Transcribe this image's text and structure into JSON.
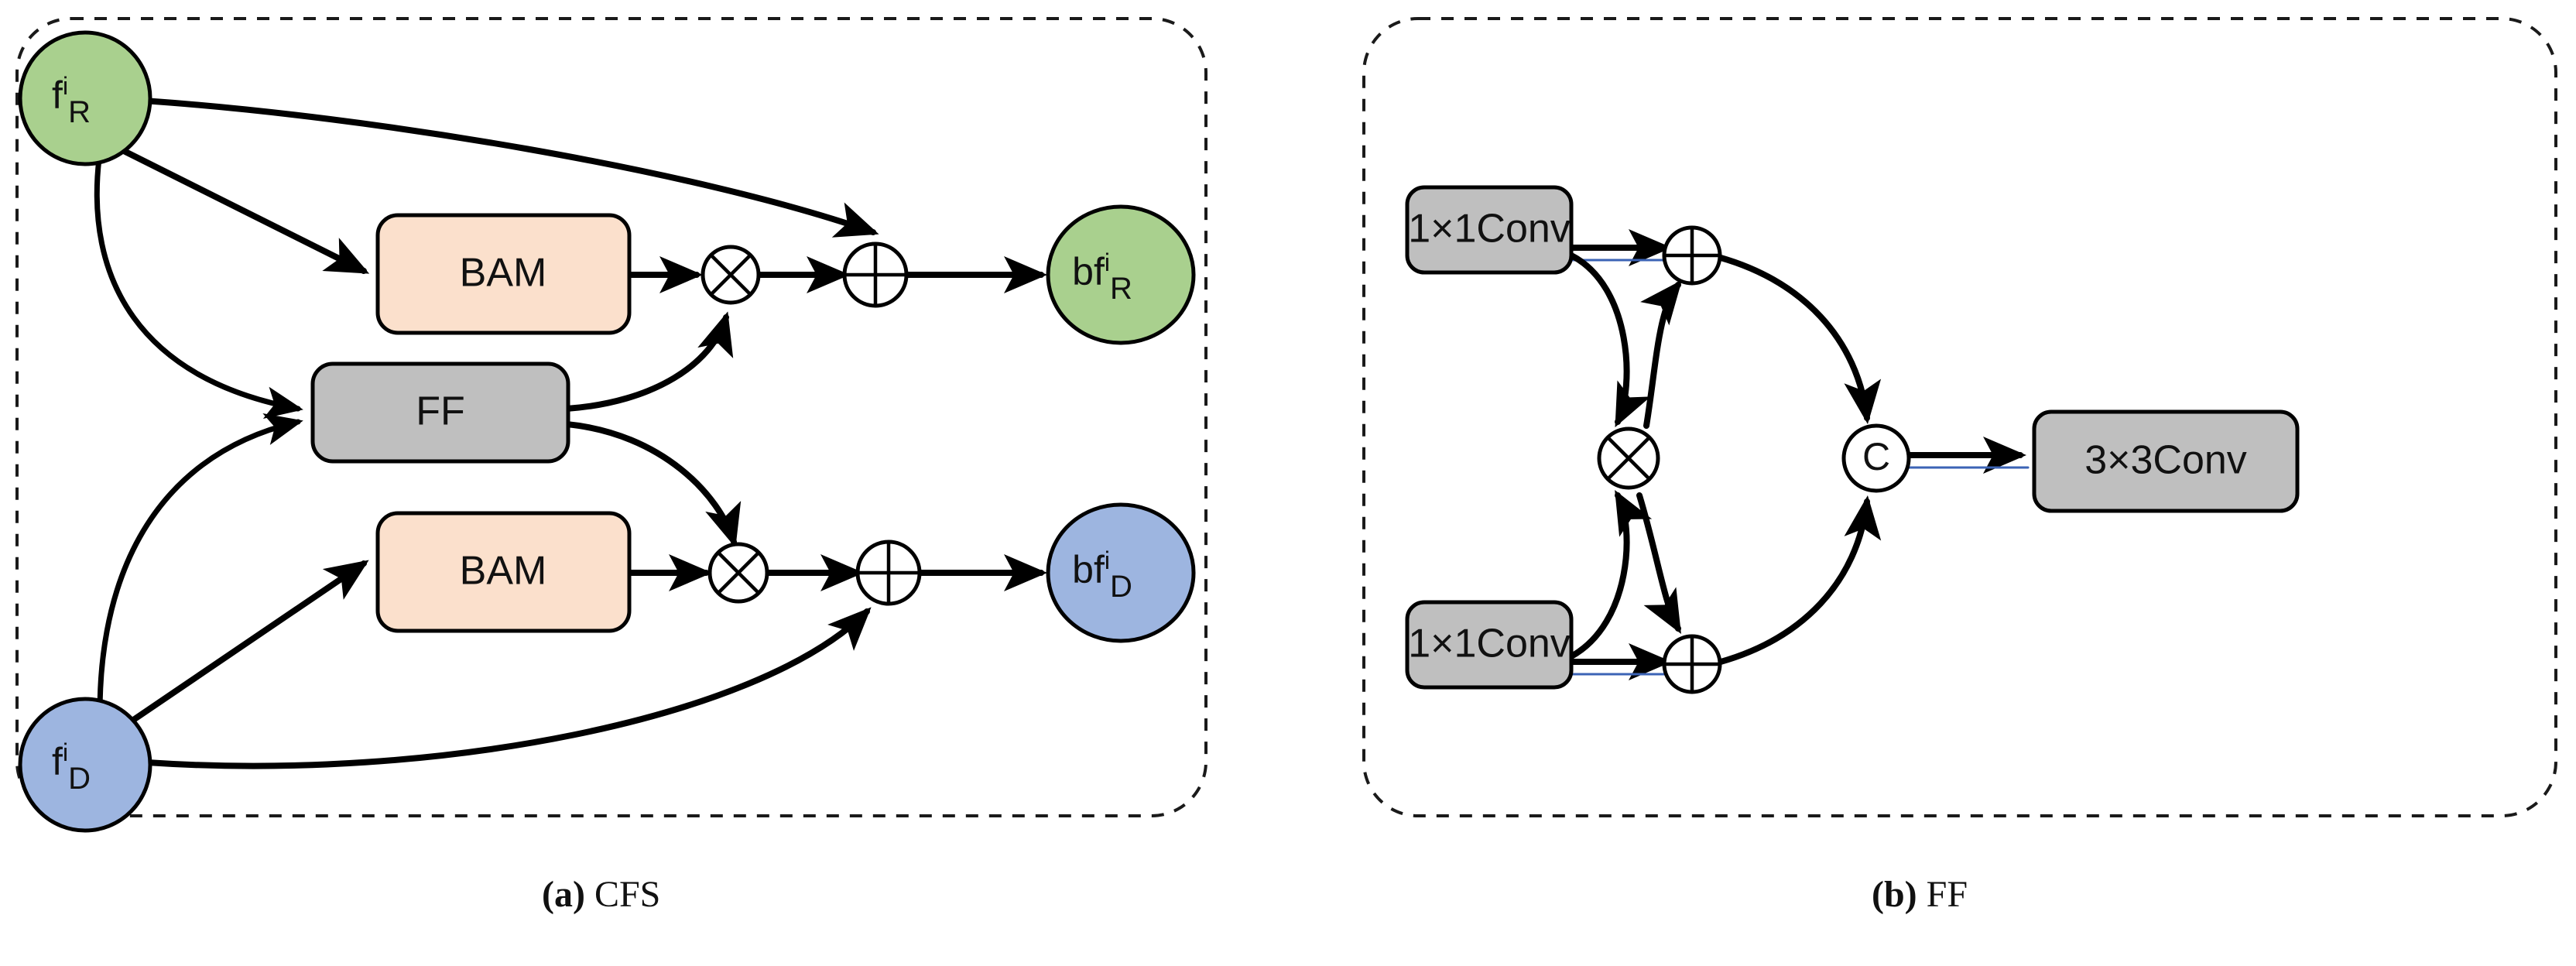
{
  "figure": {
    "panels": [
      {
        "id": "panel-a",
        "caption_marker": "(a)",
        "caption_text": "CFS",
        "nodes": [
          {
            "id": "fR",
            "label_main": "f",
            "label_sup": "i",
            "label_sub": "R",
            "shape": "ellipse",
            "color": "#A9D08E"
          },
          {
            "id": "fD",
            "label_main": "f",
            "label_sup": "i",
            "label_sub": "D",
            "shape": "ellipse",
            "color": "#9DB5E0"
          },
          {
            "id": "bfR",
            "label_main": "bf",
            "label_sup": "i",
            "label_sub": "R",
            "shape": "ellipse",
            "color": "#A9D08E"
          },
          {
            "id": "bfD",
            "label_main": "bf",
            "label_sup": "i",
            "label_sub": "D",
            "shape": "ellipse",
            "color": "#9DB5E0"
          },
          {
            "id": "bam-top",
            "label": "BAM",
            "shape": "rounded-rect",
            "color": "#FBE0CC"
          },
          {
            "id": "bam-bottom",
            "label": "BAM",
            "shape": "rounded-rect",
            "color": "#FBE0CC"
          },
          {
            "id": "ff",
            "label": "FF",
            "shape": "rounded-rect",
            "color": "#BFBFBF"
          }
        ],
        "operators": [
          {
            "id": "mul-top",
            "symbol": "multiply"
          },
          {
            "id": "add-top",
            "symbol": "add"
          },
          {
            "id": "mul-bottom",
            "symbol": "multiply"
          },
          {
            "id": "add-bottom",
            "symbol": "add"
          }
        ],
        "edges": [
          {
            "from": "fR",
            "to": "add-top"
          },
          {
            "from": "fR",
            "to": "bam-top"
          },
          {
            "from": "fR",
            "to": "ff"
          },
          {
            "from": "fD",
            "to": "ff"
          },
          {
            "from": "fD",
            "to": "bam-bottom"
          },
          {
            "from": "fD",
            "to": "add-bottom"
          },
          {
            "from": "bam-top",
            "to": "mul-top"
          },
          {
            "from": "ff",
            "to": "mul-top"
          },
          {
            "from": "ff",
            "to": "mul-bottom"
          },
          {
            "from": "mul-top",
            "to": "add-top"
          },
          {
            "from": "add-top",
            "to": "bfR"
          },
          {
            "from": "bam-bottom",
            "to": "mul-bottom"
          },
          {
            "from": "mul-bottom",
            "to": "add-bottom"
          },
          {
            "from": "add-bottom",
            "to": "bfD"
          }
        ]
      },
      {
        "id": "panel-b",
        "caption_marker": "(b)",
        "caption_text": "FF",
        "nodes": [
          {
            "id": "conv-top",
            "label": "1×1Conv",
            "shape": "rounded-rect",
            "color": "#BFBFBF"
          },
          {
            "id": "conv-bottom",
            "label": "1×1Conv",
            "shape": "rounded-rect",
            "color": "#BFBFBF"
          },
          {
            "id": "conv-out",
            "label": "3×3Conv",
            "shape": "rounded-rect",
            "color": "#BFBFBF"
          }
        ],
        "operators": [
          {
            "id": "add-top",
            "symbol": "add"
          },
          {
            "id": "add-bottom",
            "symbol": "add"
          },
          {
            "id": "mul-mid",
            "symbol": "multiply"
          },
          {
            "id": "concat",
            "symbol": "C",
            "label": "C"
          }
        ],
        "edges": [
          {
            "from": "conv-top",
            "to": "add-top"
          },
          {
            "from": "conv-top",
            "to": "mul-mid"
          },
          {
            "from": "conv-bottom",
            "to": "add-bottom"
          },
          {
            "from": "conv-bottom",
            "to": "mul-mid"
          },
          {
            "from": "mul-mid",
            "to": "add-top"
          },
          {
            "from": "mul-mid",
            "to": "add-bottom"
          },
          {
            "from": "add-top",
            "to": "concat"
          },
          {
            "from": "add-bottom",
            "to": "concat"
          },
          {
            "from": "concat",
            "to": "conv-out"
          }
        ]
      }
    ],
    "colors": {
      "green": "#A9D08E",
      "blue": "#9DB5E0",
      "peach": "#FBE0CC",
      "gray": "#BFBFBF",
      "stroke": "#000000",
      "accent_blue": "#3B63B5",
      "background": "#FFFFFF"
    }
  }
}
